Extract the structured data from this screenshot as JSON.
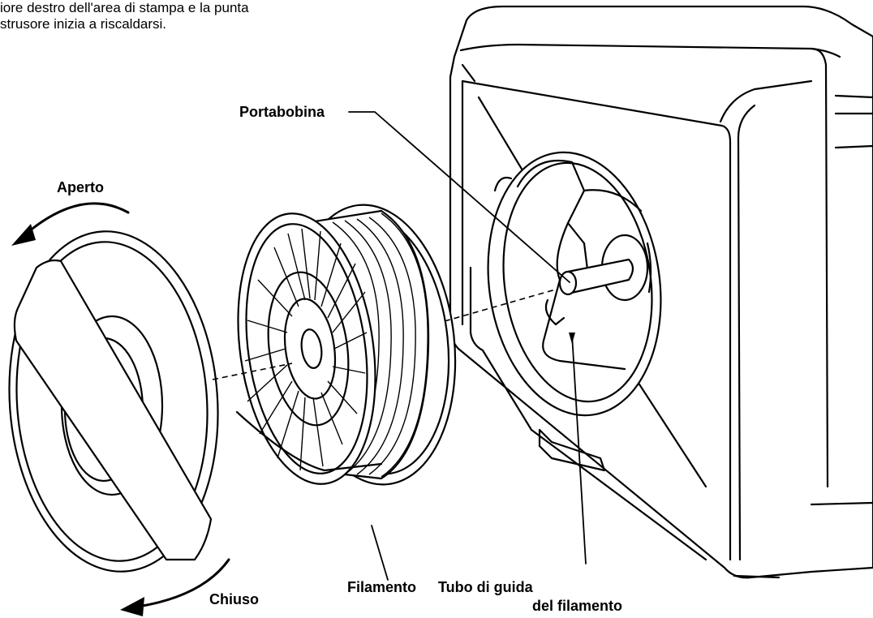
{
  "intro": {
    "line1": "iore destro dell'area di stampa e la punta",
    "line2": "strusore inizia a riscaldarsi."
  },
  "labels": {
    "spool_holder": "Portabobina",
    "open": "Aperto",
    "closed": "Chiuso",
    "filament": "Filamento",
    "guide_tube_line1": "Tubo di guida",
    "guide_tube_line2": "del filamento"
  }
}
